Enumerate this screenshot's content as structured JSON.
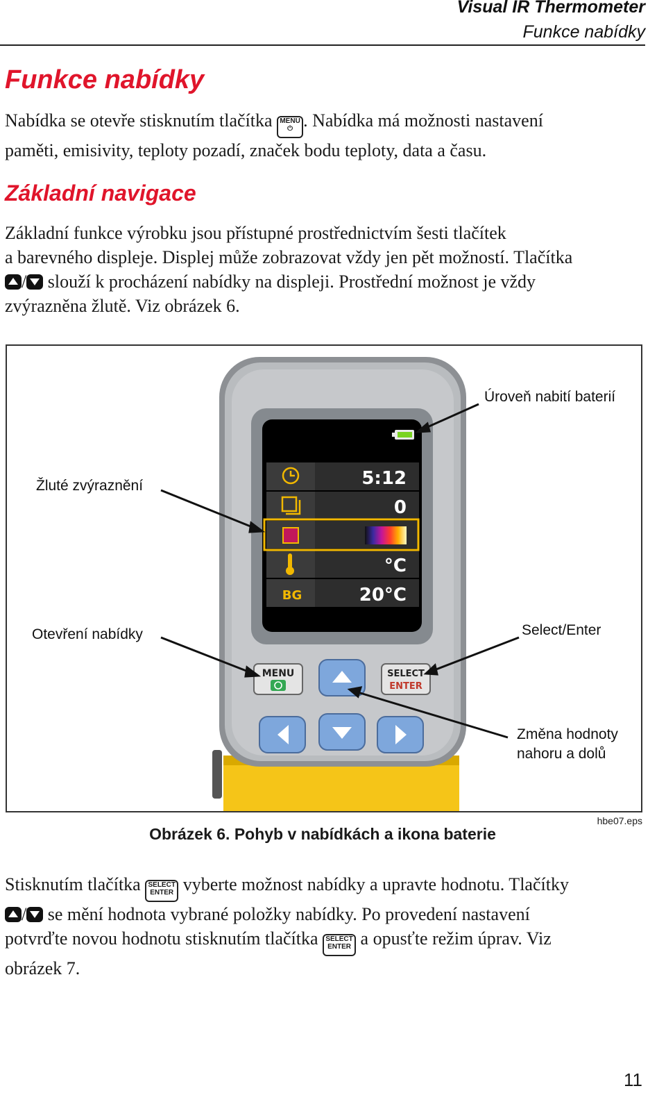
{
  "header": {
    "title": "Visual IR Thermometer",
    "section": "Funkce nabídky"
  },
  "heading": "Funkce nabídky",
  "intro": {
    "l1a": "Nabídka se otevře stisknutím tlačítka ",
    "l1b": ". Nabídka má možnosti nastavení",
    "l2": "paměti, emisivity, teploty pozadí, značek bodu teploty, data a času."
  },
  "subheading": "Základní navigace",
  "nav": {
    "l1": "Základní funkce výrobku jsou přístupné prostřednictvím šesti tlačítek",
    "l2": "a barevného displeje. Displej může zobrazovat vždy jen pět možností. Tlačítka",
    "l3": " slouží k procházení nabídky na displeji. Prostřední možnost je vždy",
    "l4": "zvýrazněna žlutě. Viz obrázek 6."
  },
  "keys": {
    "menu": "MENU",
    "select": "SELECT",
    "enter": "ENTER",
    "slash": "/"
  },
  "figure": {
    "labels": {
      "battery": "Úroveň nabití baterií",
      "highlight": "Žluté zvýraznění",
      "menu": "Otevření nabídky",
      "select": "Select/Enter",
      "change1": "Změna hodnoty",
      "change2": "nahoru a dolů"
    },
    "display": {
      "time": "5:12",
      "memory": "0",
      "units": "°C",
      "bg_icon": "BG",
      "bg": "20°C"
    },
    "caption": "Obrázek 6. Pohyb v nabídkách a ikona baterie",
    "id": "hbe07.eps"
  },
  "after": {
    "l1a": "Stisknutím tlačítka ",
    "l1b": " vyberte možnost nabídky a upravte hodnotu. Tlačítky",
    "l2": " se mění hodnota vybrané položky nabídky. Po provedení nastavení",
    "l3a": "potvrďte novou hodnotu stisknutím tlačítka ",
    "l3b": " a opusťte režim úprav. Viz",
    "l4": "obrázek 7."
  },
  "page_number": "11",
  "colors": {
    "heading": "#e0152b",
    "highlight": "#f2b800",
    "housing": "#f5c518",
    "button_blue": "#7ea7dc"
  }
}
